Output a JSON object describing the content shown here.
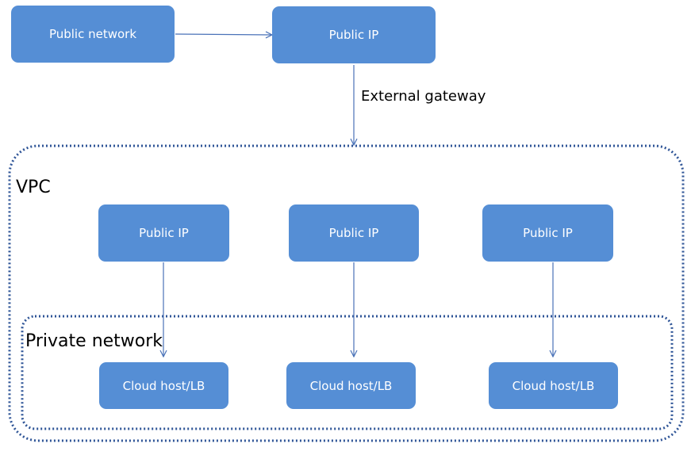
{
  "colors": {
    "box_fill": "#558ed5",
    "box_text": "#ffffff",
    "border_dotted": "#2f5597",
    "arrow": "#4a72b8"
  },
  "top": {
    "public_network": "Public network",
    "public_ip": "Public IP",
    "gateway_label": "External gateway"
  },
  "vpc": {
    "label": "VPC",
    "public_ips": [
      {
        "label": "Public IP"
      },
      {
        "label": "Public IP"
      },
      {
        "label": "Public IP"
      }
    ],
    "private_network": {
      "label": "Private network",
      "hosts": [
        {
          "label": "Cloud host/LB"
        },
        {
          "label": "Cloud host/LB"
        },
        {
          "label": "Cloud host/LB"
        }
      ]
    }
  }
}
